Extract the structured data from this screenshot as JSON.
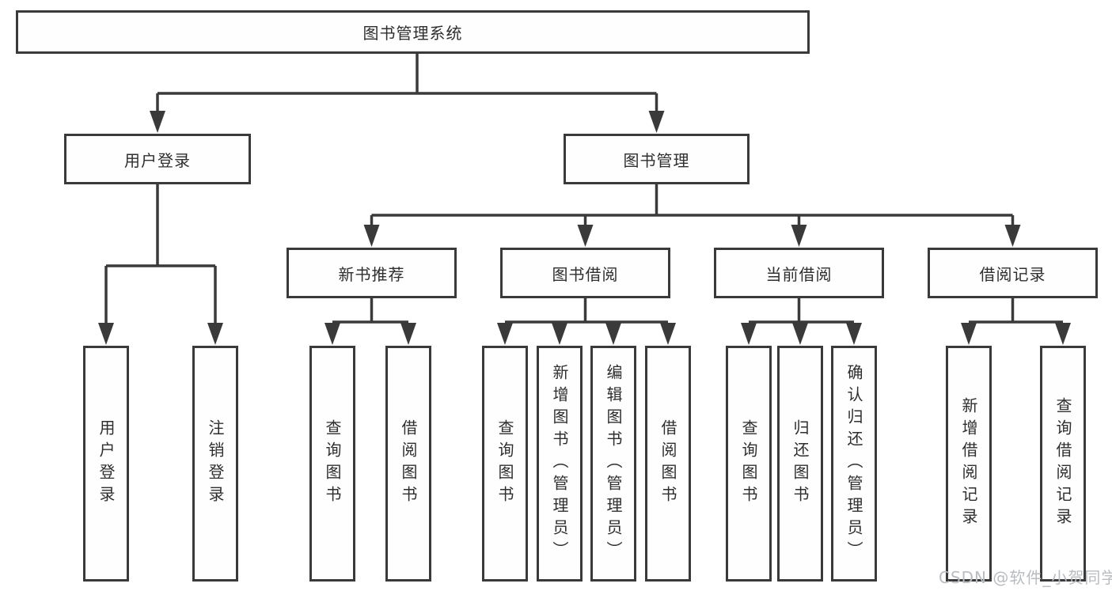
{
  "diagram_type": "functional-structure-tree",
  "tree": {
    "label": "图书管理系统",
    "children": [
      {
        "label": "用户登录",
        "children": [
          {
            "label": "用户登录"
          },
          {
            "label": "注销登录"
          }
        ]
      },
      {
        "label": "图书管理",
        "children": [
          {
            "label": "新书推荐",
            "children": [
              {
                "label": "查询图书"
              },
              {
                "label": "借阅图书"
              }
            ]
          },
          {
            "label": "图书借阅",
            "children": [
              {
                "label": "查询图书"
              },
              {
                "label": "新增图书（管理员）"
              },
              {
                "label": "编辑图书（管理员）"
              },
              {
                "label": "借阅图书"
              }
            ]
          },
          {
            "label": "当前借阅",
            "children": [
              {
                "label": "查询图书"
              },
              {
                "label": "归还图书"
              },
              {
                "label": "确认归还（管理员）"
              }
            ]
          },
          {
            "label": "借阅记录",
            "children": [
              {
                "label": "新增借阅记录"
              },
              {
                "label": "查询借阅记录"
              }
            ]
          }
        ]
      }
    ]
  },
  "watermark": "CSDN @软件_小贺同学",
  "colors": {
    "line": "#3a3a3a",
    "text": "#2e2e2e",
    "background": "#ffffff",
    "watermark": "#b9bcc0"
  }
}
